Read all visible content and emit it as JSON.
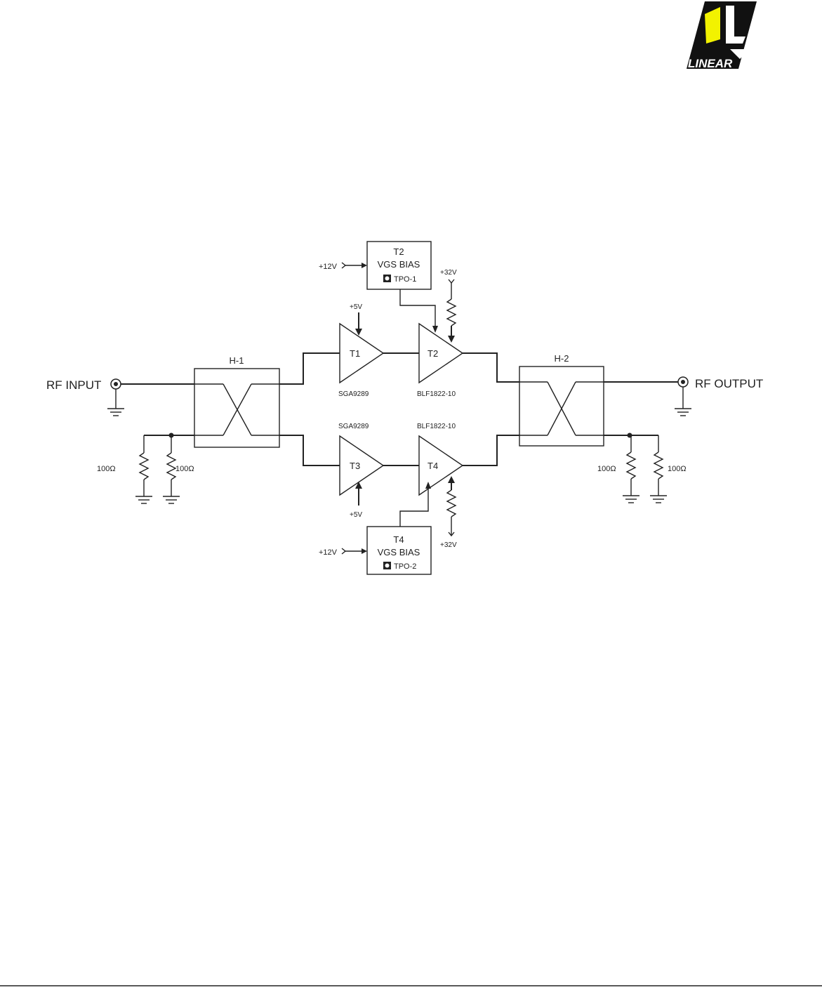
{
  "logo": {
    "text": "LINEAR",
    "accent_color": "#f2f200",
    "base_color": "#111111"
  },
  "diagram": {
    "ports": {
      "input": "RF INPUT",
      "output": "RF OUTPUT"
    },
    "hybrids": {
      "h1": "H-1",
      "h2": "H-2"
    },
    "amplifiers": {
      "t1": "T1",
      "t2": "T2",
      "t3": "T3",
      "t4": "T4"
    },
    "parts": {
      "t1": "SGA9289",
      "t3": "SGA9289",
      "t2": "BLF1822-10",
      "t4": "BLF1822-10"
    },
    "bias_top": {
      "line1": "T2",
      "line2": "VGS BIAS",
      "line3": "TPO-1"
    },
    "bias_bottom": {
      "line1": "T4",
      "line2": "VGS BIAS",
      "line3": "TPO-2"
    },
    "supplies": {
      "v12": "+12V",
      "v5": "+5V",
      "v32": "+32V"
    },
    "resistor_value": "100Ω"
  }
}
